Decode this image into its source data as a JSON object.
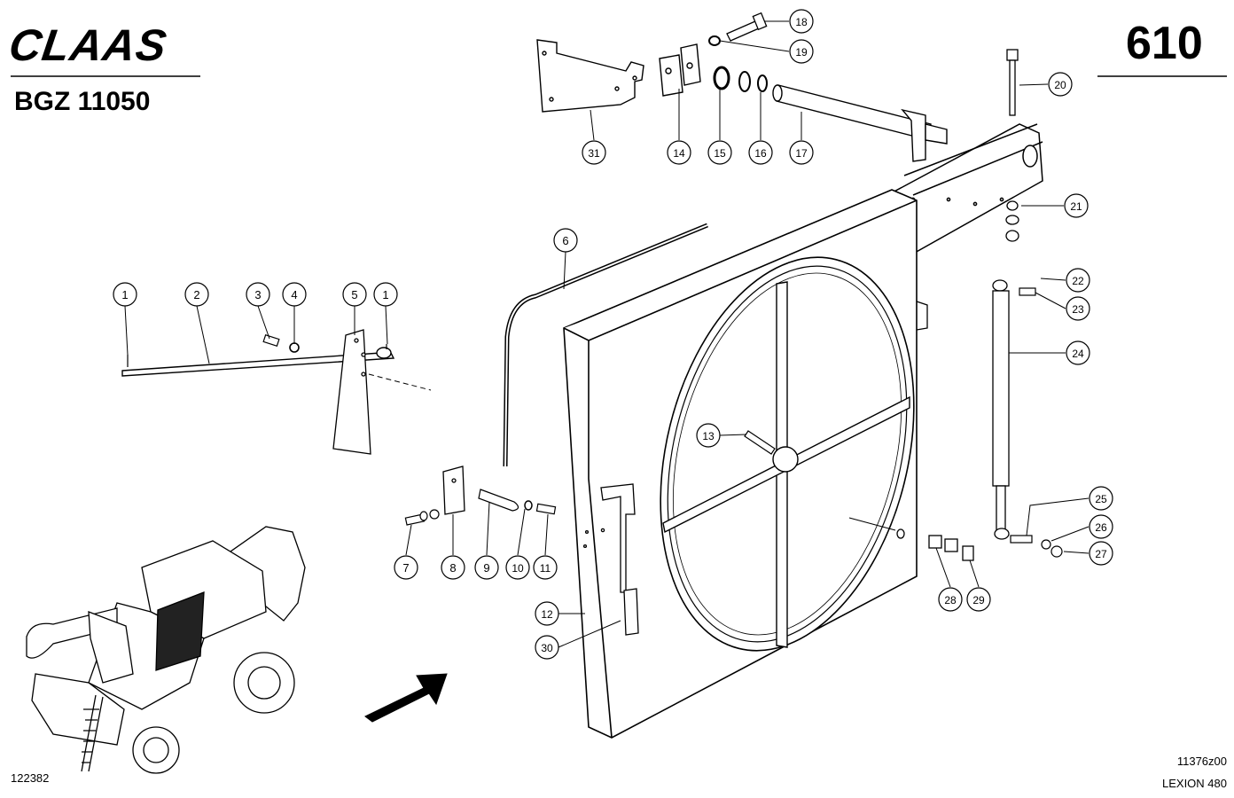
{
  "header": {
    "brand": "CLAAS",
    "group_code": "BGZ 11050",
    "page_number": "610"
  },
  "footer": {
    "left_code": "122382",
    "right_code": "11376z00",
    "model": "LEXION 480"
  },
  "callouts": [
    "1",
    "2",
    "3",
    "4",
    "5",
    "1",
    "6",
    "7",
    "8",
    "9",
    "10",
    "11",
    "12",
    "13",
    "14",
    "15",
    "16",
    "17",
    "18",
    "19",
    "20",
    "21",
    "22",
    "23",
    "24",
    "25",
    "26",
    "27",
    "28",
    "29",
    "30",
    "31"
  ]
}
